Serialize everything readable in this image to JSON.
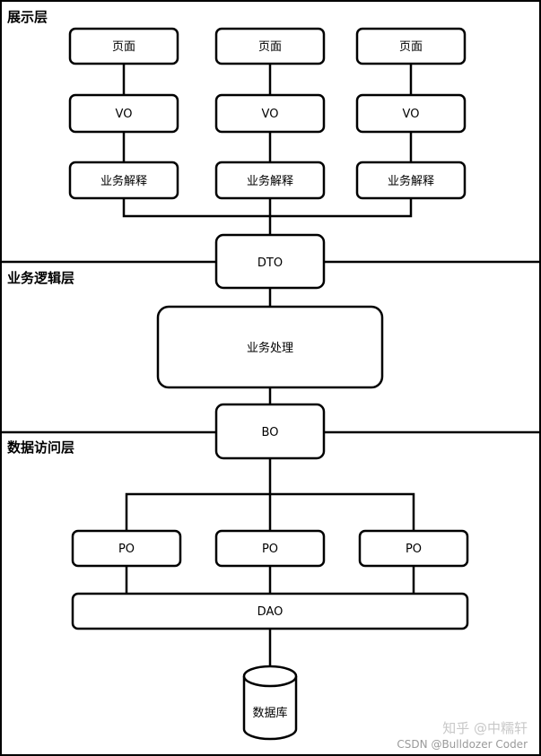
{
  "layers": {
    "presentation": "展示层",
    "business": "业务逻辑层",
    "data_access": "数据访问层"
  },
  "nodes": {
    "page": "页面",
    "vo": "VO",
    "biz_interpret": "业务解释",
    "dto": "DTO",
    "biz_process": "业务处理",
    "bo": "BO",
    "po": "PO",
    "dao": "DAO",
    "database": "数据库"
  },
  "watermark": {
    "zhihu": "知乎 @中糯轩",
    "csdn": "CSDN @Bulldozer Coder"
  }
}
